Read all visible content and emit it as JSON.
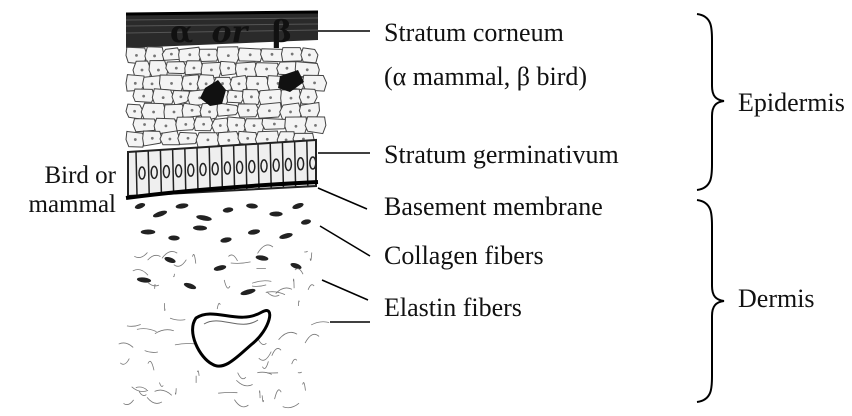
{
  "side_label": {
    "line1": "Bird or",
    "line2": "mammal"
  },
  "overlay": {
    "alpha": "α",
    "or": "or",
    "beta": "β"
  },
  "labels": {
    "stratum_corneum_1": "Stratum corneum",
    "stratum_corneum_2": "(α mammal, β bird)",
    "stratum_germinativum": "Stratum germinativum",
    "basement_membrane": "Basement membrane",
    "collagen_fibers": "Collagen fibers",
    "elastin_fibers": "Elastin fibers"
  },
  "groups": {
    "epidermis": "Epidermis",
    "dermis": "Dermis"
  }
}
